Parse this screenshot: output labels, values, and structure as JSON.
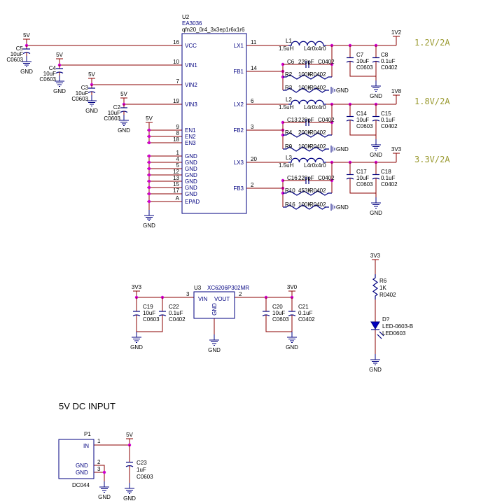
{
  "u2": {
    "ref": "U2",
    "value": "EA3036",
    "footprint": "qfn20_0r4_3x3ep1r6x1r6",
    "left_pins": [
      {
        "num": "16",
        "name": "VCC"
      },
      {
        "num": "10",
        "name": "VIN1"
      },
      {
        "num": "7",
        "name": "VIN2"
      },
      {
        "num": "19",
        "name": "VIN3"
      },
      {
        "num": "9",
        "name": "EN1"
      },
      {
        "num": "8",
        "name": "EN2"
      },
      {
        "num": "18",
        "name": "EN3"
      },
      {
        "num": "1",
        "name": "GND"
      },
      {
        "num": "4",
        "name": "GND"
      },
      {
        "num": "5",
        "name": "GND"
      },
      {
        "num": "12",
        "name": "GND"
      },
      {
        "num": "13",
        "name": "GND"
      },
      {
        "num": "15",
        "name": "GND"
      },
      {
        "num": "17",
        "name": "GND"
      },
      {
        "num": "A",
        "name": "EPAD"
      }
    ],
    "right_pins": [
      {
        "num": "11",
        "name": "LX1"
      },
      {
        "num": "14",
        "name": "FB1"
      },
      {
        "num": "6",
        "name": "LX2"
      },
      {
        "num": "3",
        "name": "FB2"
      },
      {
        "num": "20",
        "name": "LX3"
      },
      {
        "num": "2",
        "name": "FB3"
      }
    ]
  },
  "input_caps": [
    {
      "ref": "C5",
      "value": "10uF",
      "fp": "C0603",
      "net": "5V"
    },
    {
      "ref": "C4",
      "value": "10uF",
      "fp": "C0603",
      "net": "5V"
    },
    {
      "ref": "C3",
      "value": "10uF",
      "fp": "C0603",
      "net": "5V"
    },
    {
      "ref": "C2",
      "value": "10uF",
      "fp": "C0603",
      "net": "5V"
    }
  ],
  "en_net": "5V",
  "gnd_label": "GND",
  "rails": [
    {
      "inductor": {
        "ref": "L1",
        "value": "1.5uH",
        "fp": "L4r0x4r0"
      },
      "cff": {
        "ref": "C6",
        "value": "220pF",
        "fp": "C0402"
      },
      "rtop": {
        "ref": "R2",
        "value": "100K",
        "fp": "R0402"
      },
      "rbot": {
        "ref": "R3",
        "value": "100K",
        "fp": "R0402"
      },
      "cout1": {
        "ref": "C7",
        "value": "10uF",
        "fp": "C0603"
      },
      "cout2": {
        "ref": "C8",
        "value": "0.1uF",
        "fp": "C0402"
      },
      "net": "1V2",
      "annotation": "1.2V/2A"
    },
    {
      "inductor": {
        "ref": "L2",
        "value": "1.5uH",
        "fp": "L4r0x4r0"
      },
      "cff": {
        "ref": "C13",
        "value": "220pF",
        "fp": "C0402"
      },
      "rtop": {
        "ref": "R4",
        "value": "200K",
        "fp": "R0402"
      },
      "rbot": {
        "ref": "R9",
        "value": "100K",
        "fp": "R0402"
      },
      "cout1": {
        "ref": "C14",
        "value": "10uF",
        "fp": "C0603"
      },
      "cout2": {
        "ref": "C15",
        "value": "0.1uF",
        "fp": "C0402"
      },
      "net": "1V8",
      "annotation": "1.8V/2A"
    },
    {
      "inductor": {
        "ref": "L3",
        "value": "1.5uH",
        "fp": "L4r0x4r0"
      },
      "cff": {
        "ref": "C16",
        "value": "220pF",
        "fp": "C0402"
      },
      "rtop": {
        "ref": "R10",
        "value": "453K",
        "fp": "R0402"
      },
      "rbot": {
        "ref": "R16",
        "value": "100K",
        "fp": "R0402"
      },
      "cout1": {
        "ref": "C17",
        "value": "10uF",
        "fp": "C0603"
      },
      "cout2": {
        "ref": "C18",
        "value": "0.1uF",
        "fp": "C0402"
      },
      "net": "3V3",
      "annotation": "3.3V/2A"
    }
  ],
  "ldo": {
    "ref": "U3",
    "value": "XC6206P302MR",
    "vin": "VIN",
    "vout": "VOUT",
    "gnd": "GND",
    "pin_in": "3",
    "pin_out": "2",
    "in_net": "3V3",
    "out_net": "3V0",
    "caps": [
      {
        "ref": "C19",
        "value": "10uF",
        "fp": "C0603"
      },
      {
        "ref": "C22",
        "value": "0.1uF",
        "fp": "C0402"
      },
      {
        "ref": "C20",
        "value": "10uF",
        "fp": "C0603"
      },
      {
        "ref": "C21",
        "value": "0.1uF",
        "fp": "C0402"
      }
    ]
  },
  "led": {
    "net": "3V3",
    "r_ref": "R6",
    "r_value": "1K",
    "r_fp": "R0402",
    "d_ref": "D?",
    "d_value": "LED-0603-B",
    "d_fp": "LED0603"
  },
  "dc_input": {
    "title": "5V DC INPUT",
    "ref": "P1",
    "value": "DC044",
    "pin_in": "IN",
    "pin_gnd": "GND",
    "pin1": "1",
    "pin2": "2",
    "pin3": "3",
    "net": "5V",
    "cap": {
      "ref": "C23",
      "value": "1uF",
      "fp": "C0603"
    }
  },
  "colors": {
    "wire": "#8b0000",
    "part": "#000080",
    "junction": "#d000d0",
    "note": "#9a9a30"
  }
}
